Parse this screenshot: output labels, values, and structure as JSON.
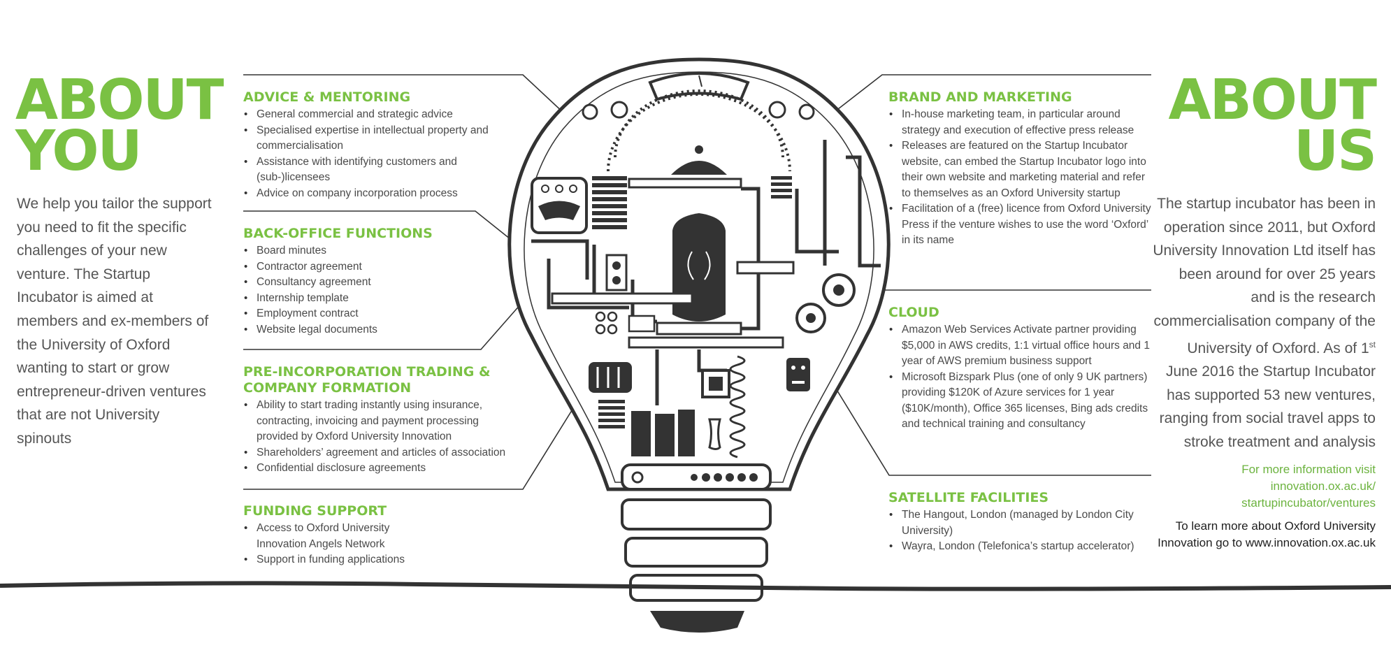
{
  "about_you": {
    "title_line1": "ABOUT",
    "title_line2": "YOU",
    "body": "We help you tailor the support you need to fit the specific challenges of your new venture. The Startup Incubator is  aimed at members and ex-members of the University of Oxford wanting to start or grow entrepreneur-driven ventures that are not University spinouts"
  },
  "about_us": {
    "title_line1": "ABOUT",
    "title_line2": "US",
    "body_before_sup": "The startup incubator has been in operation since 2011, but Oxford University Innovation Ltd itself has been around for over 25 years and is the research commercialisation company of the University of Oxford. As of 1",
    "sup": "st",
    "body_after_sup": " June 2016 the Startup Incubator has supported 53 new ventures, ranging from social travel apps to stroke treatment and analysis",
    "more_info_green": "For more information visit innovation.ox.ac.uk/ startupincubator/ventures",
    "more_info_dark": "To learn more about Oxford University Innovation go to www.innovation.ox.ac.uk"
  },
  "sections_left": [
    {
      "title": "ADVICE & MENTORING",
      "items": [
        "General commercial and strategic advice",
        "Specialised expertise in intellectual property and commercialisation",
        "Assistance with identifying customers and (sub-)licensees",
        "Advice on company incorporation process"
      ]
    },
    {
      "title": "BACK-OFFICE FUNCTIONS",
      "items": [
        "Board minutes",
        "Contractor agreement",
        "Consultancy agreement",
        "Internship template",
        "Employment contract",
        "Website legal documents"
      ]
    },
    {
      "title": "PRE-INCORPORATION TRADING & COMPANY FORMATION",
      "items": [
        "Ability to start trading instantly using insurance, contracting, invoicing and payment processing provided by Oxford University Innovation",
        "Shareholders’ agreement and articles of association",
        "Confidential disclosure agreements"
      ]
    },
    {
      "title": "FUNDING SUPPORT",
      "items": [
        "Access to Oxford University Innovation Angels Network",
        "Support in funding applications"
      ]
    }
  ],
  "sections_right": [
    {
      "title": "BRAND AND MARKETING",
      "items": [
        "In-house marketing team, in particular around strategy and execution of effective press release",
        "Releases are featured on the Startup Incubator website, can embed the Startup Incubator logo into their own website and marketing material and refer to themselves as an Oxford University startup",
        "Facilitation of a (free) licence from Oxford University Press if the venture wishes to use the word ‘Oxford’ in its name"
      ]
    },
    {
      "title": "CLOUD",
      "items": [
        "Amazon Web Services Activate partner providing $5,000 in AWS credits, 1:1 virtual office hours and 1 year of AWS premium business support",
        "Microsoft Bizspark Plus (one of only 9 UK partners) providing  $120K of Azure services for 1 year ($10K/month), Office 365 licenses, Bing ads credits and technical training and consultancy"
      ]
    },
    {
      "title": "SATELLITE FACILITIES",
      "items": [
        "The Hangout, London (managed by London City University)",
        "Wayra, London (Telefonica’s startup accelerator)"
      ]
    }
  ],
  "colors": {
    "accent_green": "#7ac143",
    "ink": "#333333"
  },
  "illustration": {
    "icon": "lightbulb-machine-icon"
  }
}
